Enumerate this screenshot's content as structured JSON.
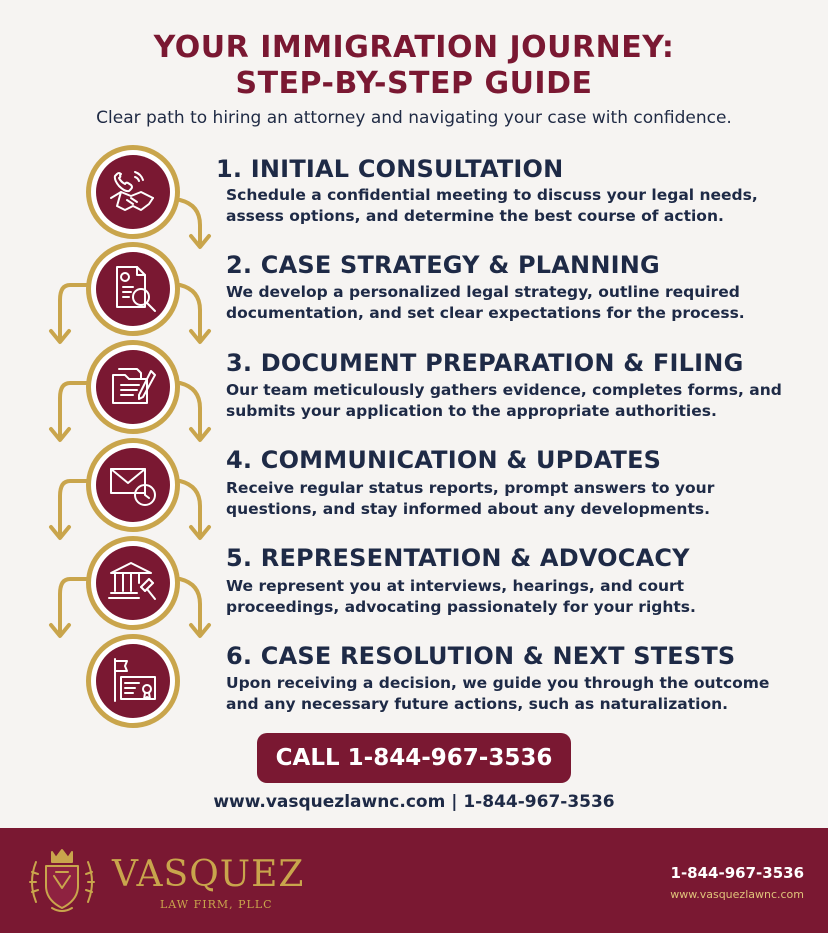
{
  "header": {
    "title_line1": "YOUR IMMIGRATION JOURNEY:",
    "title_line2": "STEP-BY-STEP GUIDE",
    "subtitle": "Clear path to hiring an attorney and navigating your case with confidence."
  },
  "steps": [
    {
      "title": "1. INITIAL CONSULTATION",
      "line1": "Schedule a confidential meeting to discuss your legal needs,",
      "line2": "assess options, and determine the best course of action.",
      "icon": "handshake-phone-icon"
    },
    {
      "title": "2. CASE STRATEGY & PLANNING",
      "line1": "We develop a personalized legal strategy, outline required",
      "line2": "documentation, and set clear expectations for the process.",
      "icon": "document-magnifier-icon"
    },
    {
      "title": "3. DOCUMENT PREPARATION & FILING",
      "line1": "Our team meticulously gathers evidence, completes forms, and",
      "line2": "submits your application to the appropriate authorities.",
      "icon": "folder-pen-icon"
    },
    {
      "title": "4. COMMUNICATION & UPDATES",
      "line1": "Receive regular status reports, prompt answers to your",
      "line2": "questions, and stay informed about any developments.",
      "icon": "envelope-clock-icon"
    },
    {
      "title": "5. REPRESENTATION & ADVOCACY",
      "line1": "We represent you at interviews, hearings, and court",
      "line2": "proceedings, advocating passionately for your rights.",
      "icon": "courthouse-gavel-icon"
    },
    {
      "title": "6. CASE RESOLUTION & NEXT STESTS",
      "line1": "Upon receiving a decision, we guide you through the outcome",
      "line2": "and any necessary future actions, such as naturalization.",
      "icon": "flag-certificate-icon"
    }
  ],
  "cta": {
    "label": "CALL 1-844-967-3536"
  },
  "contact_line": "www.vasquezlawnc.com | 1-844-967-3536",
  "footer": {
    "brand_name": "VASQUEZ",
    "brand_sub": "LAW FIRM, PLLC",
    "phone": "1-844-967-3536",
    "website": "www.vasquezlawnc.com"
  },
  "colors": {
    "brand_burgundy": "#7a1832",
    "accent_gold": "#c9a54c",
    "text_navy": "#1e2a46",
    "background": "#f6f4f2"
  }
}
